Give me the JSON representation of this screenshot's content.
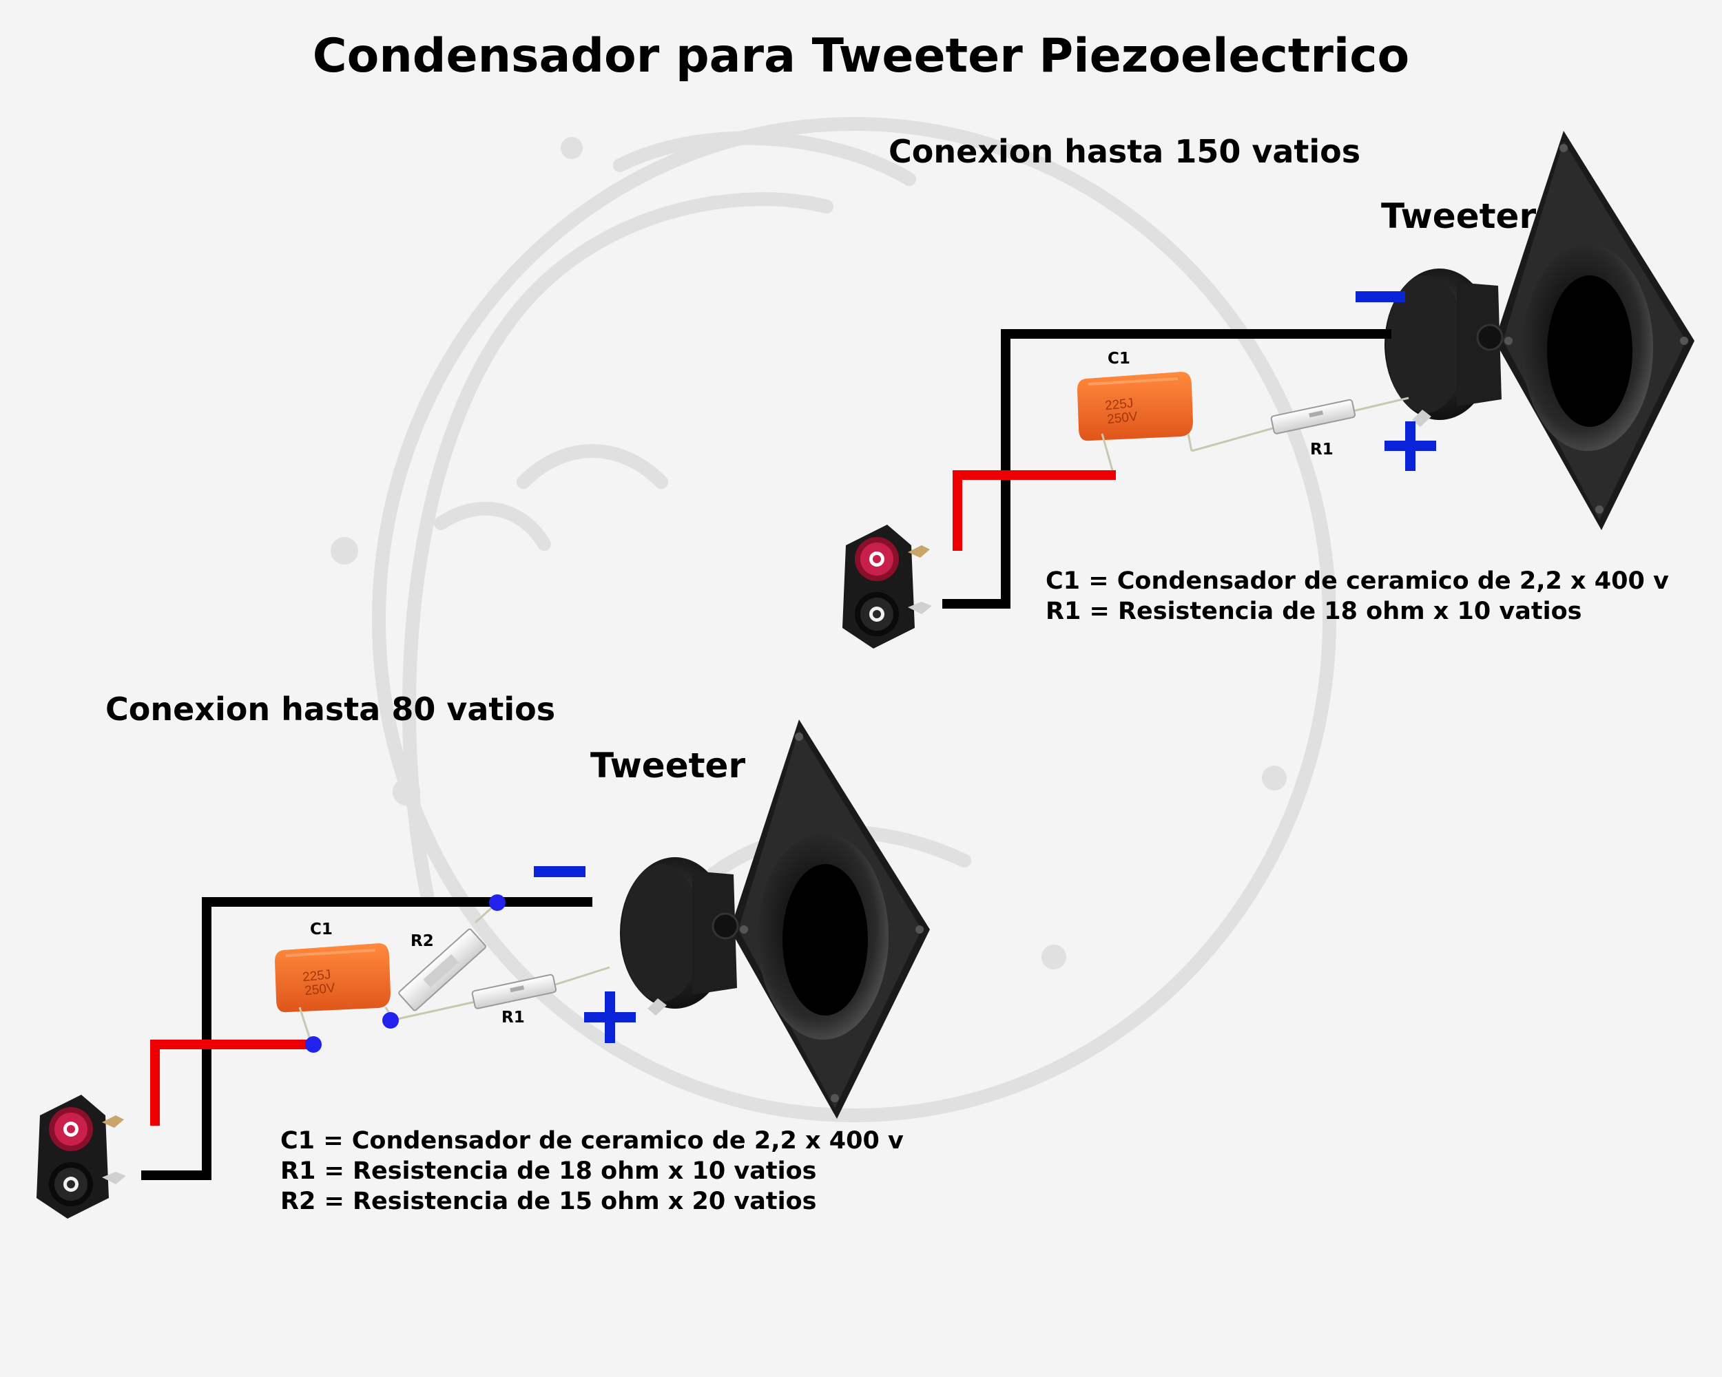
{
  "title": "Condensador para Tweeter Piezoelectrico",
  "circuit_150": {
    "heading": "Conexion hasta 150 vatios",
    "tweeter_label": "Tweeter",
    "minus_sign": "−",
    "plus_sign": "+",
    "c1_label": "C1",
    "r1_label": "R1",
    "capacitor_marking": [
      "225J",
      "250V"
    ],
    "legend": [
      "C1 = Condensador de ceramico de 2,2 x 400 v",
      "R1 = Resistencia de 18 ohm x 10 vatios"
    ]
  },
  "circuit_80": {
    "heading": "Conexion hasta 80 vatios",
    "tweeter_label": "Tweeter",
    "minus_sign": "−",
    "plus_sign": "+",
    "c1_label": "C1",
    "r1_label": "R1",
    "r2_label": "R2",
    "capacitor_marking": [
      "225J",
      "250V"
    ],
    "legend": [
      "C1 = Condensador de ceramico de 2,2 x 400 v",
      "R1 = Resistencia de 18 ohm x 10 vatios",
      "R2 = Resistencia de 15 ohm x 20 vatios"
    ]
  },
  "colors": {
    "wire_black": "#000000",
    "wire_red": "#ee0000",
    "capacitor": "#f26a1b",
    "polarity": "#0a22d8",
    "junction": "#2222ee"
  }
}
